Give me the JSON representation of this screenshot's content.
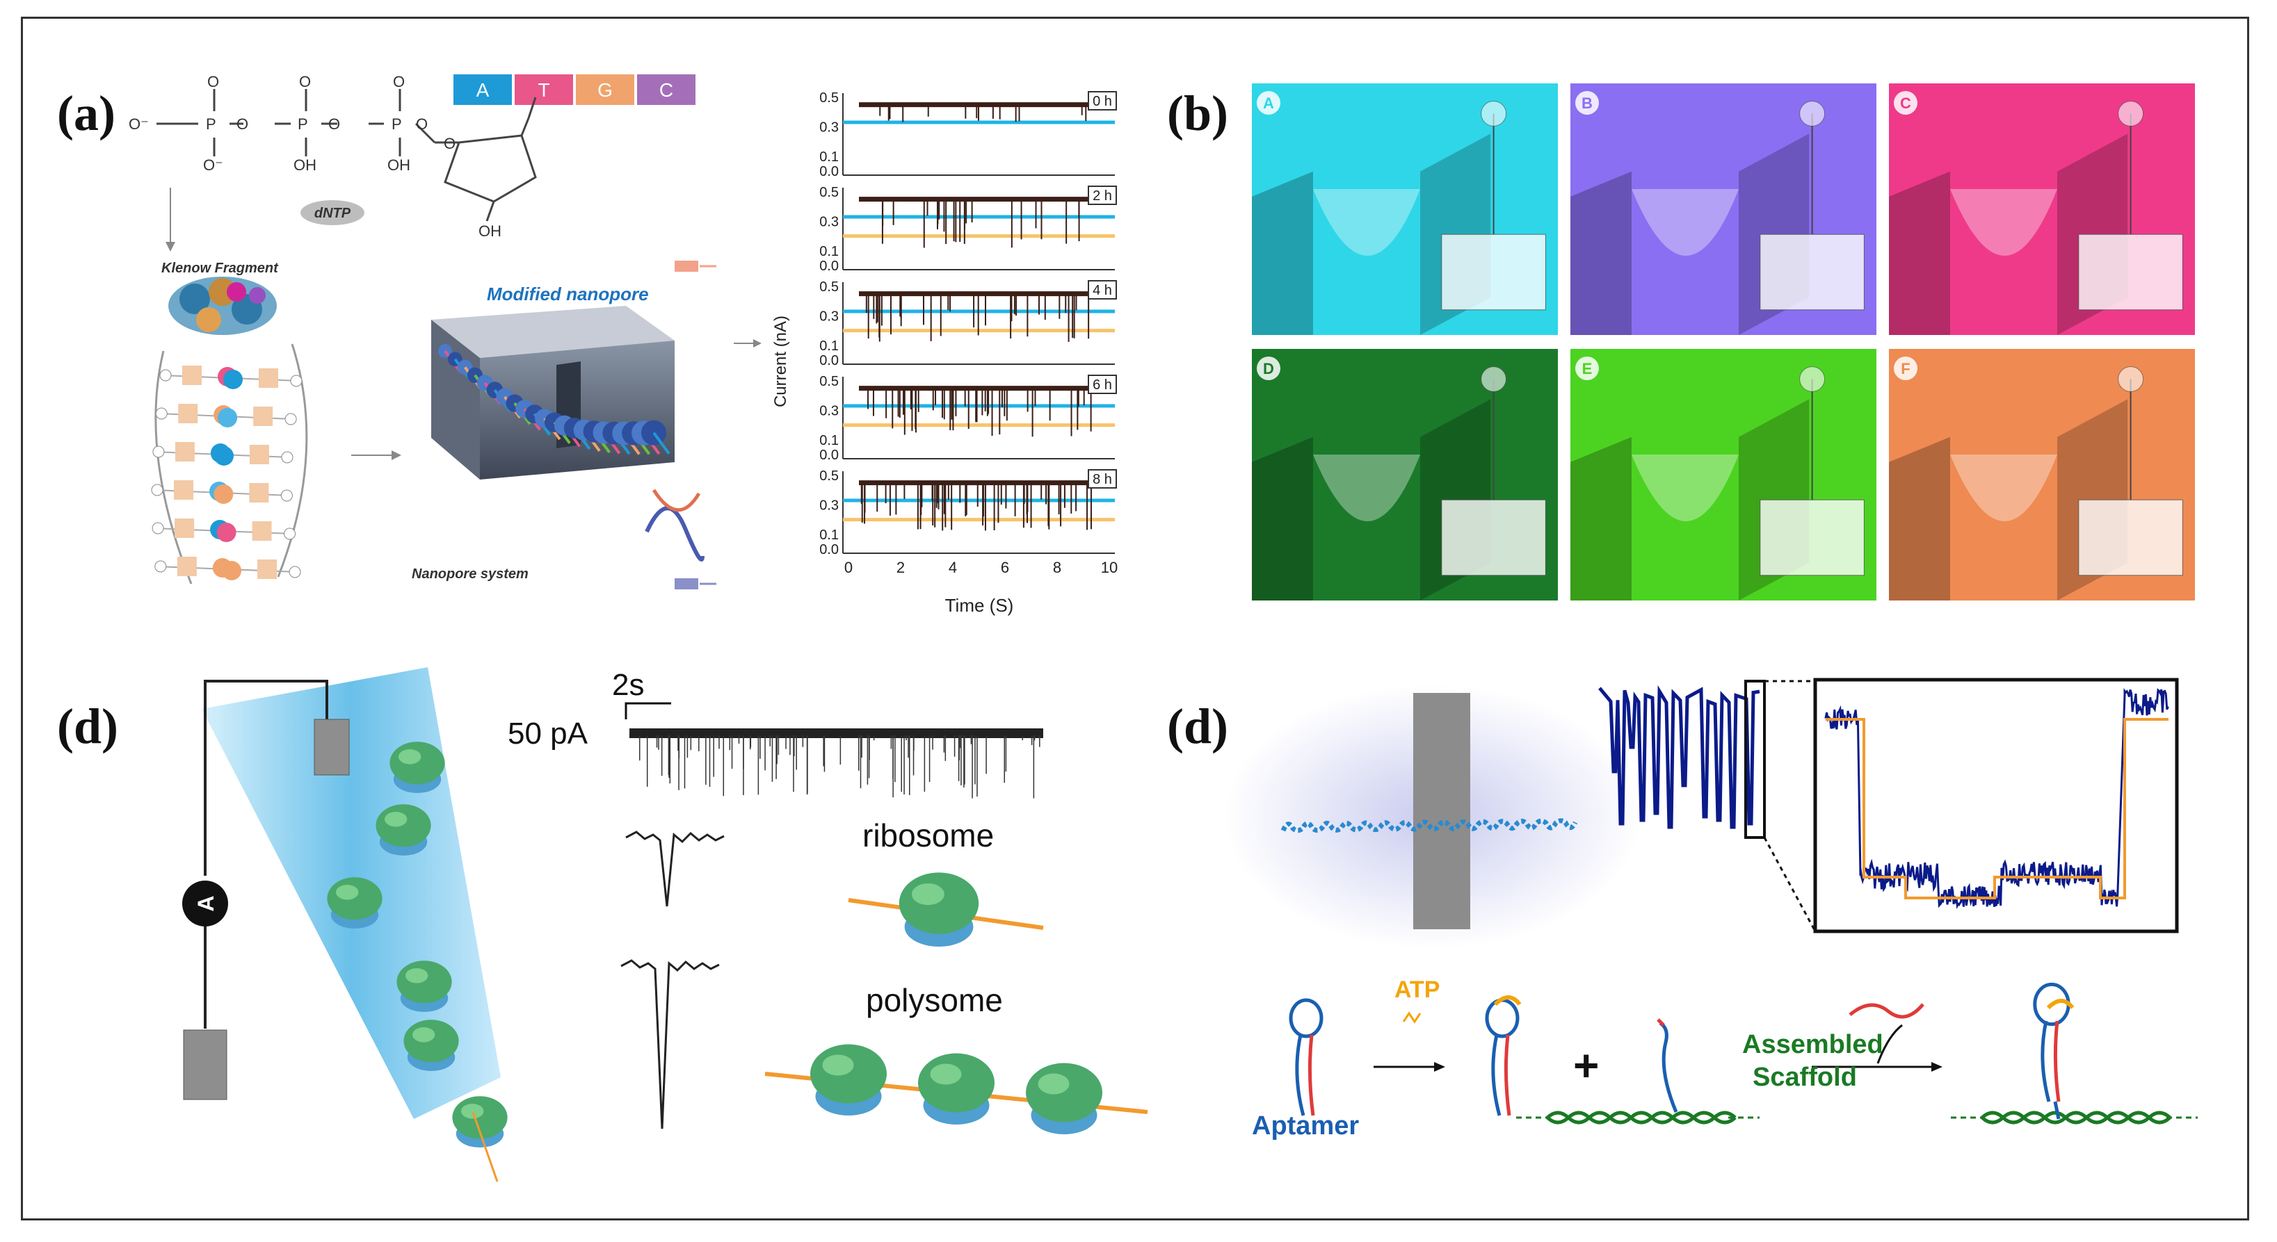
{
  "panels": {
    "a": {
      "label": "(a)"
    },
    "b": {
      "label": "(b)"
    },
    "c": {
      "label": "(d)"
    },
    "d": {
      "label": "(d)"
    }
  },
  "panel_a": {
    "bases": [
      "A",
      "T",
      "G",
      "C"
    ],
    "base_colors": [
      "#1e9ad6",
      "#e8568a",
      "#f0a36c",
      "#a46fb8"
    ],
    "dntp": "dNTP",
    "klenow": "Klenow Fragment",
    "modified": "Modified nanopore",
    "system": "Nanopore system",
    "chem": {
      "o_minus": "O⁻",
      "o": "O",
      "p": "P",
      "oh": "OH"
    }
  },
  "chart_data": {
    "type": "line",
    "xlabel": "Time (S)",
    "ylabel": "Current (nA)",
    "xlim": [
      0,
      10
    ],
    "ylim": [
      0.0,
      0.5
    ],
    "xticks": [
      "0",
      "2",
      "4",
      "6",
      "8",
      "10"
    ],
    "yticks": [
      "0.5",
      "0.3",
      "0.1",
      "0.0"
    ],
    "subplots": [
      {
        "label": "0 h",
        "open_level": 0.45,
        "blue_line": 0.33,
        "orange_line": null
      },
      {
        "label": "2 h",
        "open_level": 0.45,
        "blue_line": 0.33,
        "orange_line": 0.2
      },
      {
        "label": "4 h",
        "open_level": 0.45,
        "blue_line": 0.33,
        "orange_line": 0.2
      },
      {
        "label": "6 h",
        "open_level": 0.45,
        "blue_line": 0.33,
        "orange_line": 0.2
      },
      {
        "label": "8 h",
        "open_level": 0.45,
        "blue_line": 0.33,
        "orange_line": 0.2
      }
    ]
  },
  "panel_b": {
    "tiles": [
      {
        "letter": "A",
        "color": "#2fd6e8"
      },
      {
        "letter": "B",
        "color": "#8a6ff2"
      },
      {
        "letter": "C",
        "color": "#ef3a8a"
      },
      {
        "letter": "D",
        "color": "#1a7a2a"
      },
      {
        "letter": "E",
        "color": "#4cd321"
      },
      {
        "letter": "F",
        "color": "#ef8a52"
      }
    ]
  },
  "panel_c": {
    "scale_time": "2s",
    "scale_current": "50 pA",
    "ribosome": "ribosome",
    "polysome": "polysome",
    "ammeter": "A"
  },
  "panel_d": {
    "atp": "ATP",
    "aptamer": "Aptamer",
    "assembled": "Assembled",
    "scaffold": "Scaffold",
    "plus": "+"
  }
}
